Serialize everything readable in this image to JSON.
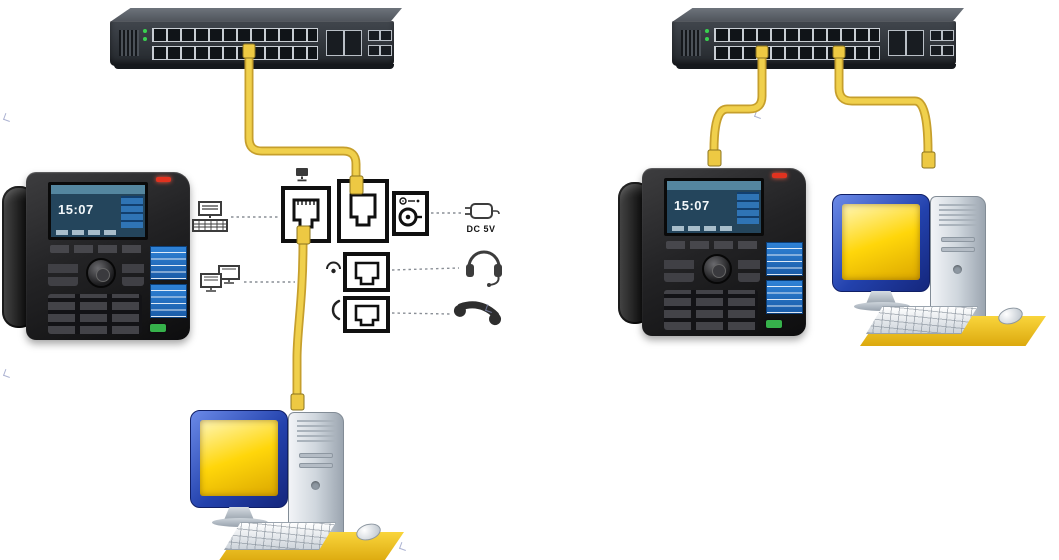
{
  "diagram": {
    "type": "ip-phone-network-connection-diagram",
    "labels": {
      "power": "DC 5V",
      "phone_clock": "15:07"
    },
    "colors": {
      "cable": "#edc943",
      "cable_edge": "#c69f2c",
      "switch_body": "#363b42",
      "switch_top": "#6d737b",
      "panel_border": "#101010",
      "dotted_line": "#8a8f96",
      "monitor_frame": "#2342ad",
      "monitor_screen": "#ffd60a",
      "desk_mat": "#f0c220",
      "phone_body": "#1c1c1c",
      "phone_screen": "#24455c",
      "side_label_blue": "#2f82d6",
      "led_red": "#e2321f",
      "key_green": "#36b24b"
    },
    "icons": {
      "ethernet-switch": "css-shape",
      "rj45-port-icon": "svg-shape",
      "dc-power-port-icon": "svg-shape",
      "headset-port-icon": "svg-shape",
      "handset-port-icon": "svg-shape",
      "pc-icon": "svg-shape",
      "lan-pcs-icon": "svg-shape",
      "power-adapter-icon": "svg-shape",
      "headset-icon": "svg-shape",
      "handset-icon": "svg-shape",
      "ethernet-cable": "svg-path",
      "rj45-plug": "svg-rect",
      "ip-phone": "css-shape",
      "desktop-computer": "css-shape"
    }
  }
}
